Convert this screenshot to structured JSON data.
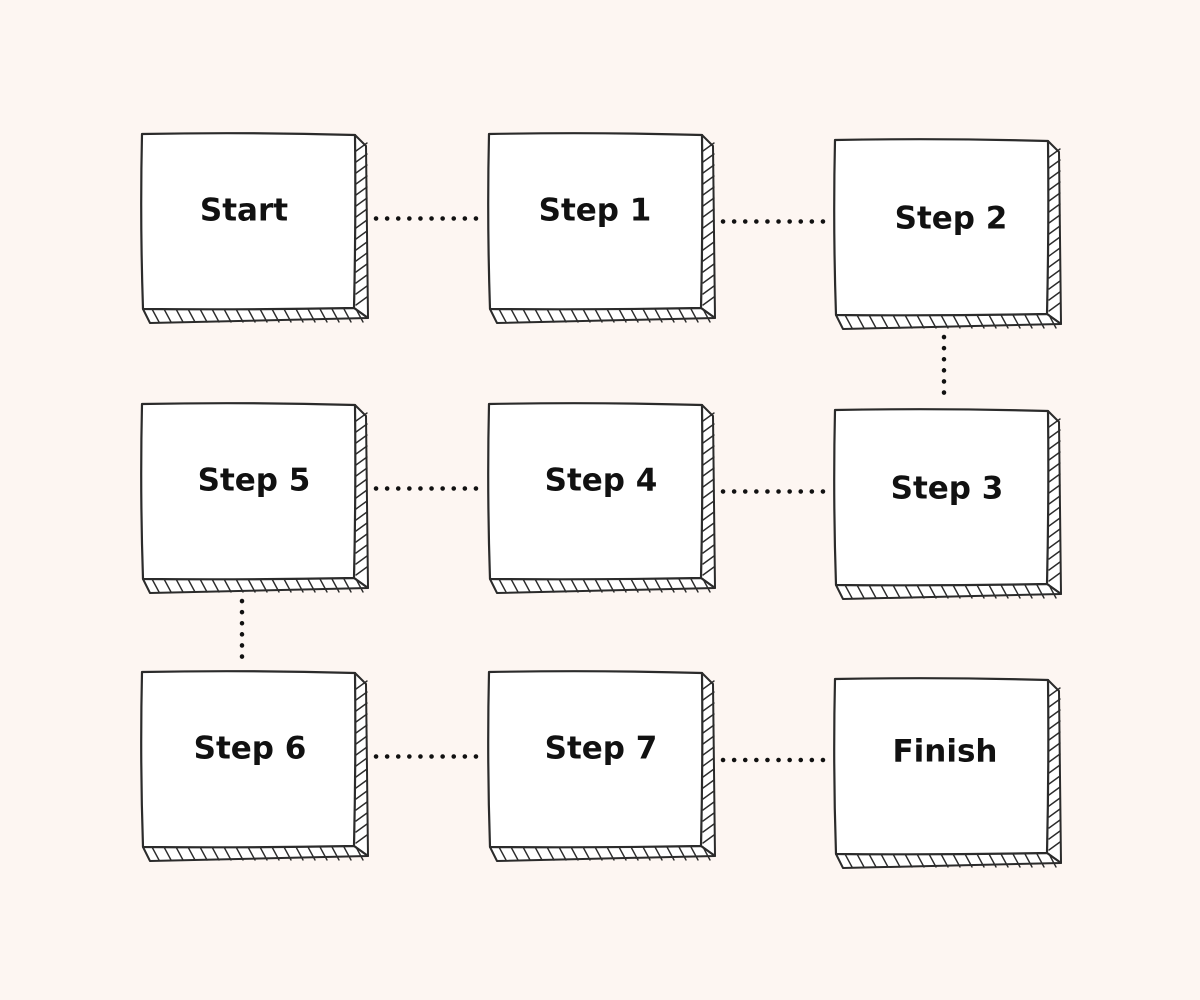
{
  "diagram": {
    "type": "flowchart",
    "nodes": [
      {
        "id": "start",
        "label": "Start"
      },
      {
        "id": "step1",
        "label": "Step 1"
      },
      {
        "id": "step2",
        "label": "Step 2"
      },
      {
        "id": "step3",
        "label": "Step 3"
      },
      {
        "id": "step4",
        "label": "Step 4"
      },
      {
        "id": "step5",
        "label": "Step 5"
      },
      {
        "id": "step6",
        "label": "Step 6"
      },
      {
        "id": "step7",
        "label": "Step 7"
      },
      {
        "id": "finish",
        "label": "Finish"
      }
    ],
    "edges": [
      {
        "from": "start",
        "to": "step1",
        "style": "dotted"
      },
      {
        "from": "step1",
        "to": "step2",
        "style": "dotted"
      },
      {
        "from": "step2",
        "to": "step3",
        "style": "dotted"
      },
      {
        "from": "step3",
        "to": "step4",
        "style": "dotted"
      },
      {
        "from": "step4",
        "to": "step5",
        "style": "dotted"
      },
      {
        "from": "step5",
        "to": "step6",
        "style": "dotted"
      },
      {
        "from": "step6",
        "to": "step7",
        "style": "dotted"
      },
      {
        "from": "step7",
        "to": "finish",
        "style": "dotted"
      }
    ],
    "colors": {
      "background": "#fdf6f2",
      "box_fill": "#ffffff",
      "outline": "#2b2b2b",
      "connector": "#111111"
    }
  }
}
